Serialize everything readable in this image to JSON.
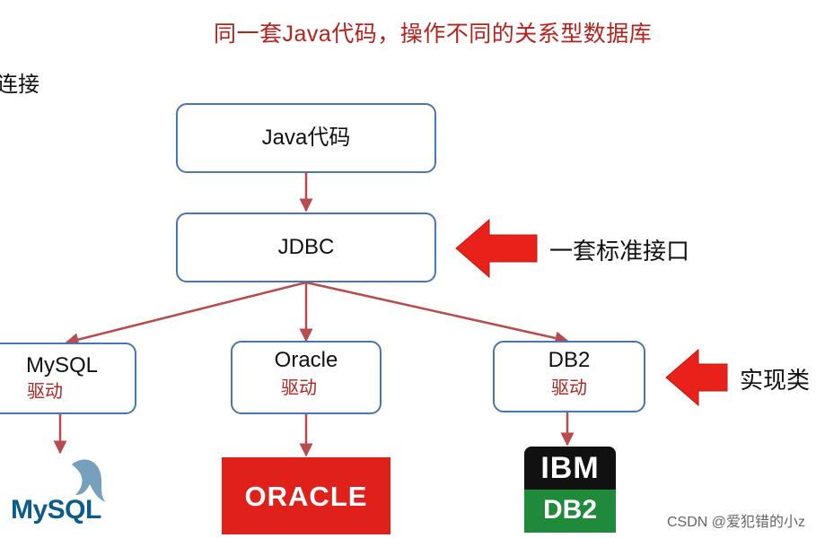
{
  "slide": {
    "title": "同一套Java代码，操作不同的关系型数据库",
    "side_label": "连接"
  },
  "diagram": {
    "java_box": "Java代码",
    "jdbc_box": "JDBC",
    "drivers": [
      {
        "name": "MySQL",
        "sub": "驱动"
      },
      {
        "name": "Oracle",
        "sub": "驱动"
      },
      {
        "name": "DB2",
        "sub": "驱动"
      }
    ],
    "callout_interface": "一套标准接口",
    "callout_impl": "实现类"
  },
  "logos": {
    "mysql": "MySQL",
    "oracle": "ORACLE",
    "ibm": "IBM",
    "db2": "DB2"
  },
  "watermark": "CSDN @爱犯错的小z",
  "colors": {
    "title_red": "#b5231f",
    "box_border": "#4a74b4",
    "arrow": "#b84b4b",
    "callout_arrow": "#e8221a",
    "oracle_red": "#e0201b",
    "db2_green": "#1f8a3a"
  }
}
